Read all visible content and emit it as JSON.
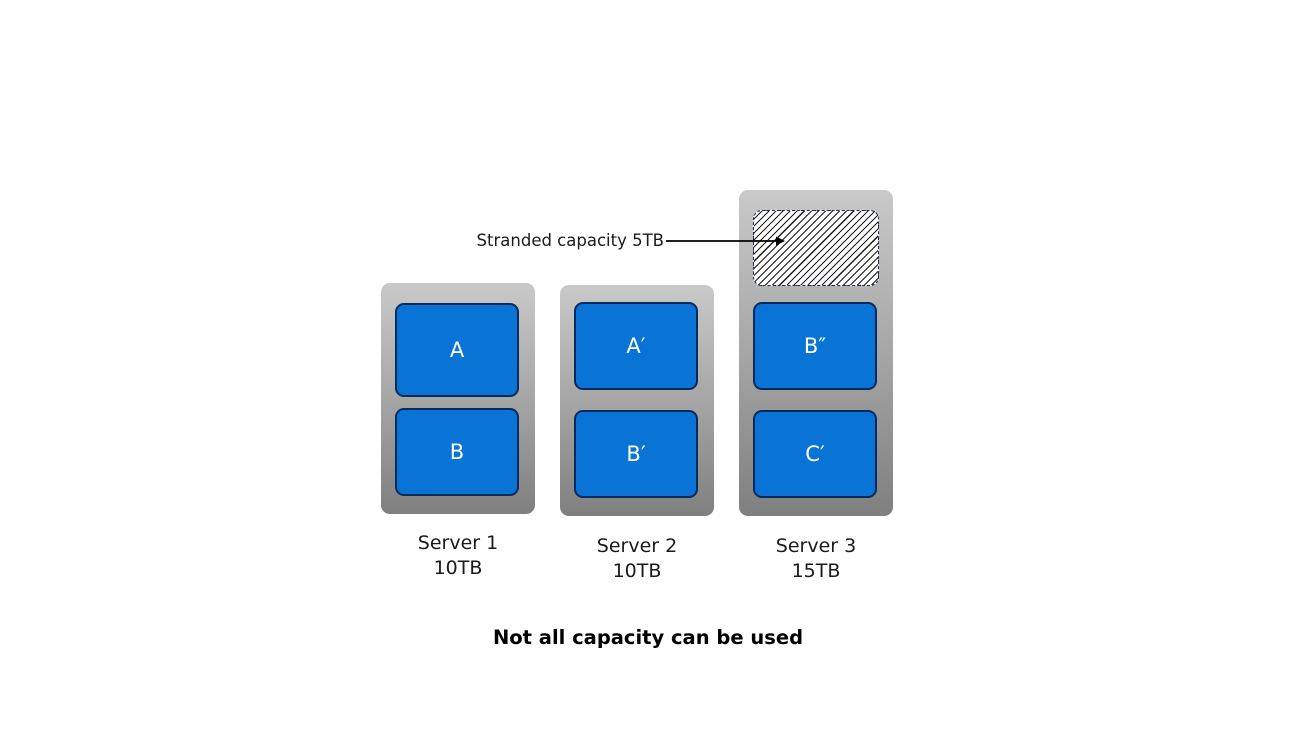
{
  "servers": [
    {
      "name": "Server 1",
      "capacity": "10TB",
      "blocks": [
        "A",
        "B"
      ]
    },
    {
      "name": "Server 2",
      "capacity": "10TB",
      "blocks": [
        "A′",
        "B′"
      ]
    },
    {
      "name": "Server 3",
      "capacity": "15TB",
      "blocks": [
        "B″",
        "C′"
      ]
    }
  ],
  "annotation": {
    "text": "Stranded capacity 5TB"
  },
  "caption": "Not all capacity can be used",
  "colors": {
    "block_fill": "#0a74d6",
    "block_border": "#0a2a5a",
    "server_gradient_top": "#c9c9c9",
    "server_gradient_bottom": "#7f7f7f"
  }
}
